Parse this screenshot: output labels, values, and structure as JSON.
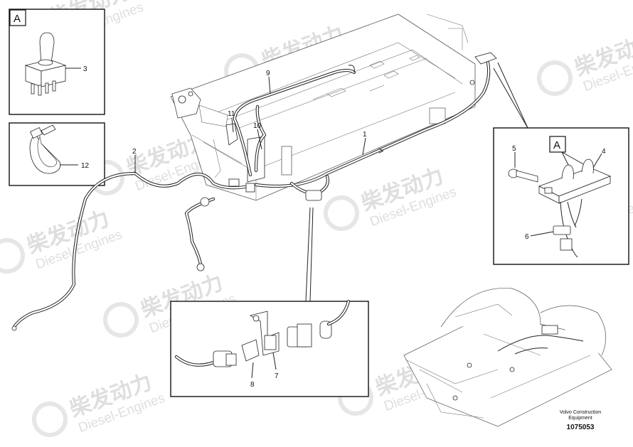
{
  "watermark": {
    "text_cn": "柴发动力",
    "text_en": "Diesel-Engines"
  },
  "inset_a": {
    "letter": "A",
    "callout": "3"
  },
  "inset_tie": {
    "callout": "12"
  },
  "main": {
    "callouts": {
      "c1": "1",
      "c2": "2",
      "c9": "9",
      "c10": "10",
      "c11": "11"
    }
  },
  "detail_right": {
    "letter": "A",
    "callouts": {
      "c4": "4",
      "c5": "5",
      "c6": "6"
    }
  },
  "detail_bottom": {
    "callouts": {
      "c7": "7",
      "c8": "8"
    }
  },
  "footer": {
    "brand_line1": "Volvo Construction",
    "brand_line2": "Equipment",
    "code": "1075053"
  }
}
